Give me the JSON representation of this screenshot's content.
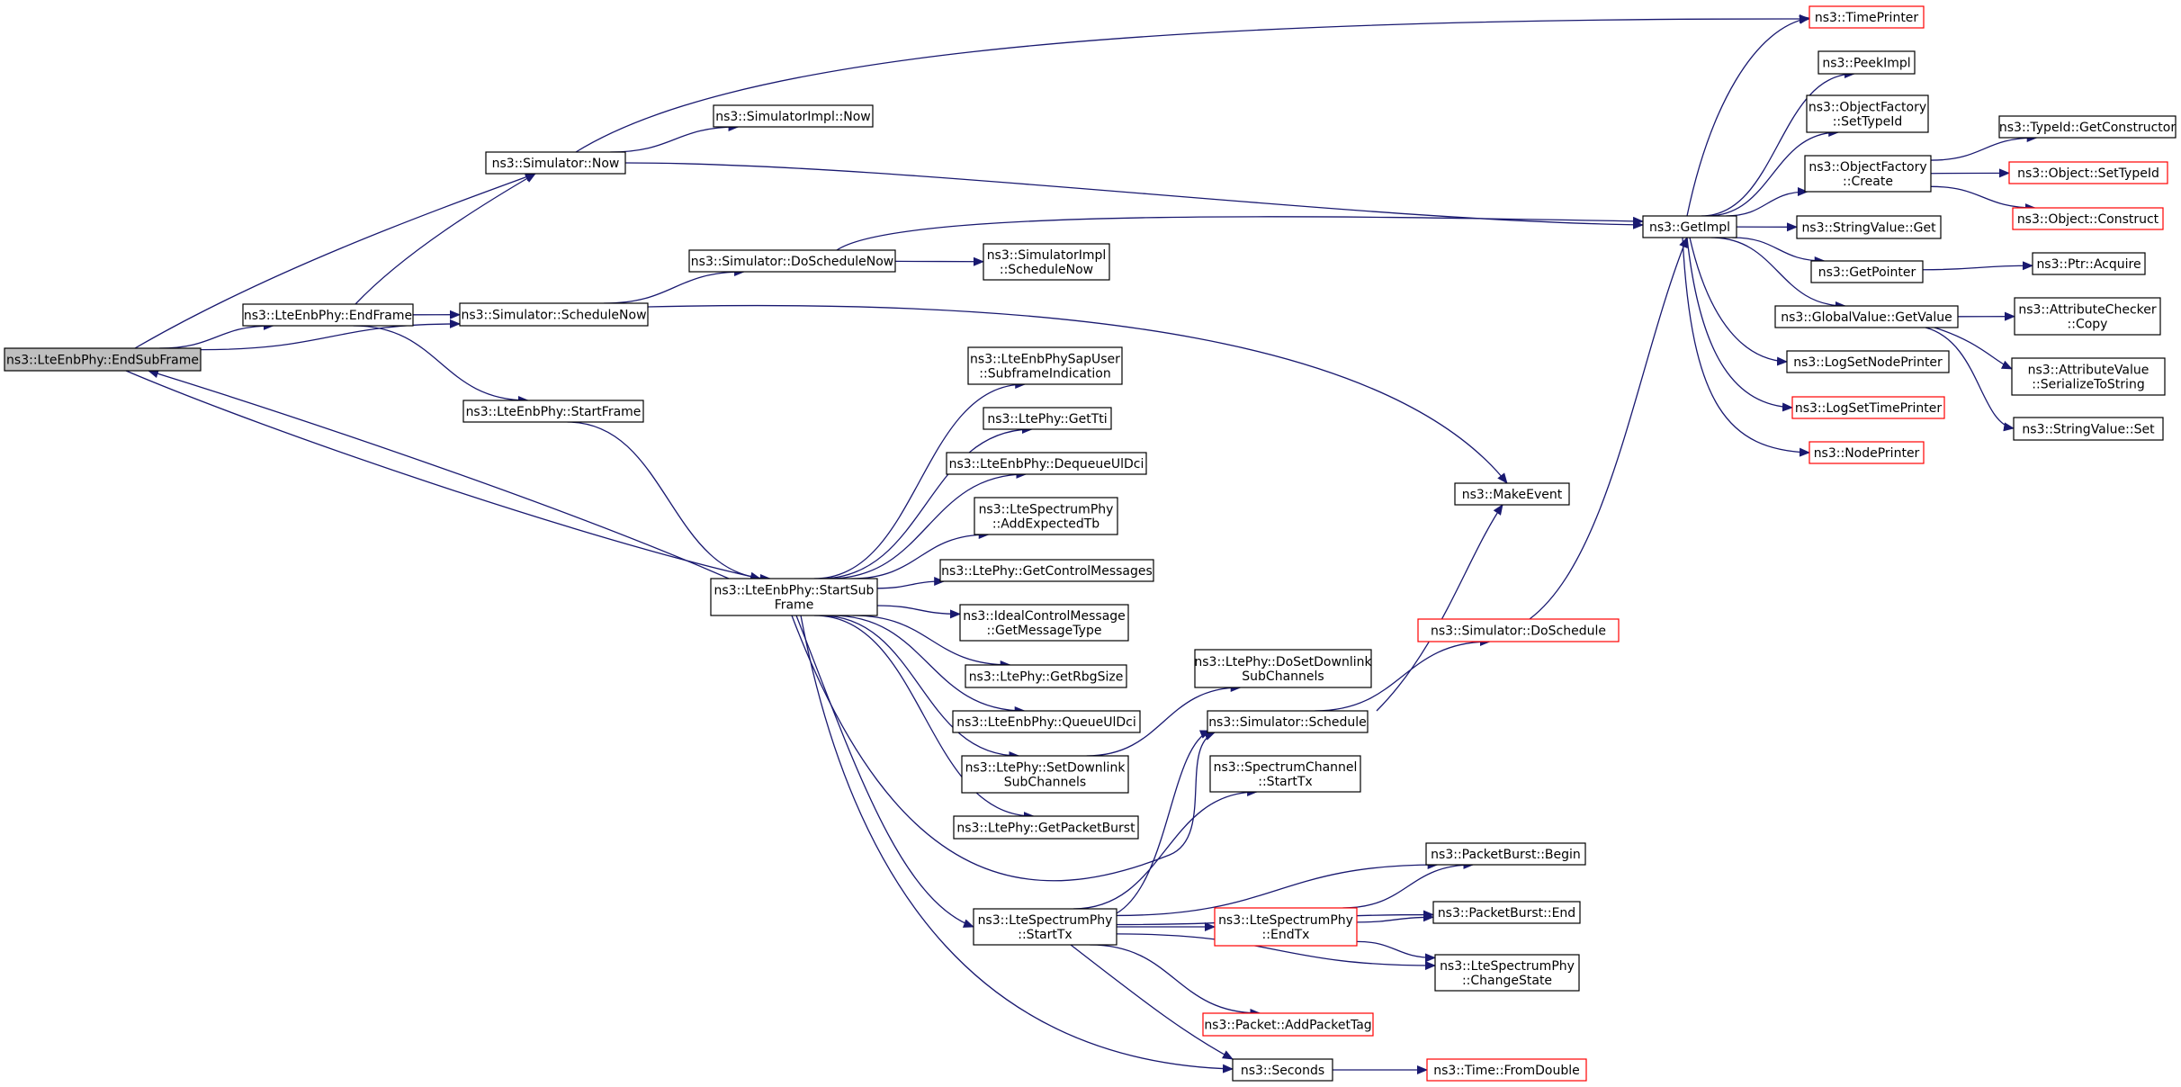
{
  "graph": {
    "nodes": [
      {
        "id": "endsub",
        "lines": [
          "ns3::LteEnbPhy::EndSubFrame"
        ],
        "root": true
      },
      {
        "id": "endframe",
        "lines": [
          "ns3::LteEnbPhy::EndFrame"
        ]
      },
      {
        "id": "simnow",
        "lines": [
          "ns3::Simulator::Now"
        ]
      },
      {
        "id": "simimplnow",
        "lines": [
          "ns3::SimulatorImpl::Now"
        ]
      },
      {
        "id": "schednow",
        "lines": [
          "ns3::Simulator::ScheduleNow"
        ]
      },
      {
        "id": "doschednow",
        "lines": [
          "ns3::Simulator::DoScheduleNow"
        ]
      },
      {
        "id": "simimplschednow",
        "lines": [
          "ns3::SimulatorImpl",
          "::ScheduleNow"
        ]
      },
      {
        "id": "startframe",
        "lines": [
          "ns3::LteEnbPhy::StartFrame"
        ]
      },
      {
        "id": "startsub",
        "lines": [
          "ns3::LteEnbPhy::StartSub",
          "Frame"
        ]
      },
      {
        "id": "sapuser",
        "lines": [
          "ns3::LteEnbPhySapUser",
          "::SubframeIndication"
        ]
      },
      {
        "id": "gettti",
        "lines": [
          "ns3::LtePhy::GetTti"
        ]
      },
      {
        "id": "dequeue",
        "lines": [
          "ns3::LteEnbPhy::DequeueUlDci"
        ]
      },
      {
        "id": "addexp",
        "lines": [
          "ns3::LteSpectrumPhy",
          "::AddExpectedTb"
        ]
      },
      {
        "id": "getctrl",
        "lines": [
          "ns3::LtePhy::GetControlMessages"
        ]
      },
      {
        "id": "idealctrl",
        "lines": [
          "ns3::IdealControlMessage",
          "::GetMessageType"
        ]
      },
      {
        "id": "getrbg",
        "lines": [
          "ns3::LtePhy::GetRbgSize"
        ]
      },
      {
        "id": "queueul",
        "lines": [
          "ns3::LteEnbPhy::QueueUlDci"
        ]
      },
      {
        "id": "setdown",
        "lines": [
          "ns3::LtePhy::SetDownlink",
          "SubChannels"
        ]
      },
      {
        "id": "getpkt",
        "lines": [
          "ns3::LtePhy::GetPacketBurst"
        ]
      },
      {
        "id": "spstarttx",
        "lines": [
          "ns3::LteSpectrumPhy",
          "::StartTx"
        ]
      },
      {
        "id": "dosetdown",
        "lines": [
          "ns3::LtePhy::DoSetDownlink",
          "SubChannels"
        ]
      },
      {
        "id": "simsched",
        "lines": [
          "ns3::Simulator::Schedule"
        ]
      },
      {
        "id": "specchan",
        "lines": [
          "ns3::SpectrumChannel",
          "::StartTx"
        ]
      },
      {
        "id": "makeevent",
        "lines": [
          "ns3::MakeEvent"
        ]
      },
      {
        "id": "dosched",
        "lines": [
          "ns3::Simulator::DoSchedule"
        ],
        "red": true
      },
      {
        "id": "pbbegin",
        "lines": [
          "ns3::PacketBurst::Begin"
        ]
      },
      {
        "id": "pbend",
        "lines": [
          "ns3::PacketBurst::End"
        ]
      },
      {
        "id": "spendtx",
        "lines": [
          "ns3::LteSpectrumPhy",
          "::EndTx"
        ],
        "red": true
      },
      {
        "id": "changestate",
        "lines": [
          "ns3::LteSpectrumPhy",
          "::ChangeState"
        ]
      },
      {
        "id": "addtag",
        "lines": [
          "ns3::Packet::AddPacketTag"
        ],
        "red": true
      },
      {
        "id": "seconds",
        "lines": [
          "ns3::Seconds"
        ]
      },
      {
        "id": "fromdouble",
        "lines": [
          "ns3::Time::FromDouble"
        ],
        "red": true
      },
      {
        "id": "getimpl",
        "lines": [
          "ns3::GetImpl"
        ]
      },
      {
        "id": "timeprinter",
        "lines": [
          "ns3::TimePrinter"
        ],
        "red": true
      },
      {
        "id": "peekimpl",
        "lines": [
          "ns3::PeekImpl"
        ]
      },
      {
        "id": "ofsettype",
        "lines": [
          "ns3::ObjectFactory",
          "::SetTypeId"
        ]
      },
      {
        "id": "ofcreate",
        "lines": [
          "ns3::ObjectFactory",
          "::Create"
        ]
      },
      {
        "id": "strget",
        "lines": [
          "ns3::StringValue::Get"
        ]
      },
      {
        "id": "getpointer",
        "lines": [
          "ns3::GetPointer"
        ]
      },
      {
        "id": "gvget",
        "lines": [
          "ns3::GlobalValue::GetValue"
        ]
      },
      {
        "id": "logsetnode",
        "lines": [
          "ns3::LogSetNodePrinter"
        ]
      },
      {
        "id": "logsettime",
        "lines": [
          "ns3::LogSetTimePrinter"
        ],
        "red": true
      },
      {
        "id": "nodeprinter",
        "lines": [
          "ns3::NodePrinter"
        ],
        "red": true
      },
      {
        "id": "typeidgetctor",
        "lines": [
          "ns3::TypeId::GetConstructor"
        ]
      },
      {
        "id": "objsettype",
        "lines": [
          "ns3::Object::SetTypeId"
        ],
        "red": true
      },
      {
        "id": "objconstruct",
        "lines": [
          "ns3::Object::Construct"
        ],
        "red": true
      },
      {
        "id": "ptracquire",
        "lines": [
          "ns3::Ptr::Acquire"
        ]
      },
      {
        "id": "attrcheck",
        "lines": [
          "ns3::AttributeChecker",
          "::Copy"
        ]
      },
      {
        "id": "attrvalser",
        "lines": [
          "ns3::AttributeValue",
          "::SerializeToString"
        ]
      },
      {
        "id": "strset",
        "lines": [
          "ns3::StringValue::Set"
        ]
      }
    ],
    "edges": [
      [
        "endsub",
        "simnow"
      ],
      [
        "endsub",
        "endframe"
      ],
      [
        "endsub",
        "schednow"
      ],
      [
        "endsub",
        "startsub"
      ],
      [
        "endframe",
        "simnow"
      ],
      [
        "endframe",
        "schednow"
      ],
      [
        "endframe",
        "startframe"
      ],
      [
        "simnow",
        "timeprinter"
      ],
      [
        "simnow",
        "simimplnow"
      ],
      [
        "simnow",
        "getimpl"
      ],
      [
        "schednow",
        "doschednow"
      ],
      [
        "schednow",
        "makeevent"
      ],
      [
        "doschednow",
        "getimpl"
      ],
      [
        "doschednow",
        "simimplschednow"
      ],
      [
        "startframe",
        "startsub"
      ],
      [
        "startsub",
        "endsub"
      ],
      [
        "startsub",
        "sapuser"
      ],
      [
        "startsub",
        "gettti"
      ],
      [
        "startsub",
        "dequeue"
      ],
      [
        "startsub",
        "addexp"
      ],
      [
        "startsub",
        "getctrl"
      ],
      [
        "startsub",
        "idealctrl"
      ],
      [
        "startsub",
        "getrbg"
      ],
      [
        "startsub",
        "queueul"
      ],
      [
        "startsub",
        "setdown"
      ],
      [
        "startsub",
        "getpkt"
      ],
      [
        "startsub",
        "simsched"
      ],
      [
        "startsub",
        "spstarttx"
      ],
      [
        "startsub",
        "seconds"
      ],
      [
        "setdown",
        "dosetdown"
      ],
      [
        "simsched",
        "makeevent"
      ],
      [
        "simsched",
        "dosched"
      ],
      [
        "dosched",
        "getimpl"
      ],
      [
        "spstarttx",
        "simsched"
      ],
      [
        "spstarttx",
        "specchan"
      ],
      [
        "spstarttx",
        "pbbegin"
      ],
      [
        "spstarttx",
        "pbend"
      ],
      [
        "spstarttx",
        "spendtx"
      ],
      [
        "spstarttx",
        "changestate"
      ],
      [
        "spstarttx",
        "addtag"
      ],
      [
        "spstarttx",
        "seconds"
      ],
      [
        "spendtx",
        "pbbegin"
      ],
      [
        "spendtx",
        "pbend"
      ],
      [
        "spendtx",
        "changestate"
      ],
      [
        "seconds",
        "fromdouble"
      ],
      [
        "getimpl",
        "timeprinter"
      ],
      [
        "getimpl",
        "peekimpl"
      ],
      [
        "getimpl",
        "ofsettype"
      ],
      [
        "getimpl",
        "ofcreate"
      ],
      [
        "getimpl",
        "strget"
      ],
      [
        "getimpl",
        "getpointer"
      ],
      [
        "getimpl",
        "gvget"
      ],
      [
        "getimpl",
        "logsetnode"
      ],
      [
        "getimpl",
        "logsettime"
      ],
      [
        "getimpl",
        "nodeprinter"
      ],
      [
        "ofcreate",
        "typeidgetctor"
      ],
      [
        "ofcreate",
        "objsettype"
      ],
      [
        "ofcreate",
        "objconstruct"
      ],
      [
        "getpointer",
        "ptracquire"
      ],
      [
        "gvget",
        "attrcheck"
      ],
      [
        "gvget",
        "attrvalser"
      ],
      [
        "gvget",
        "strset"
      ]
    ]
  }
}
